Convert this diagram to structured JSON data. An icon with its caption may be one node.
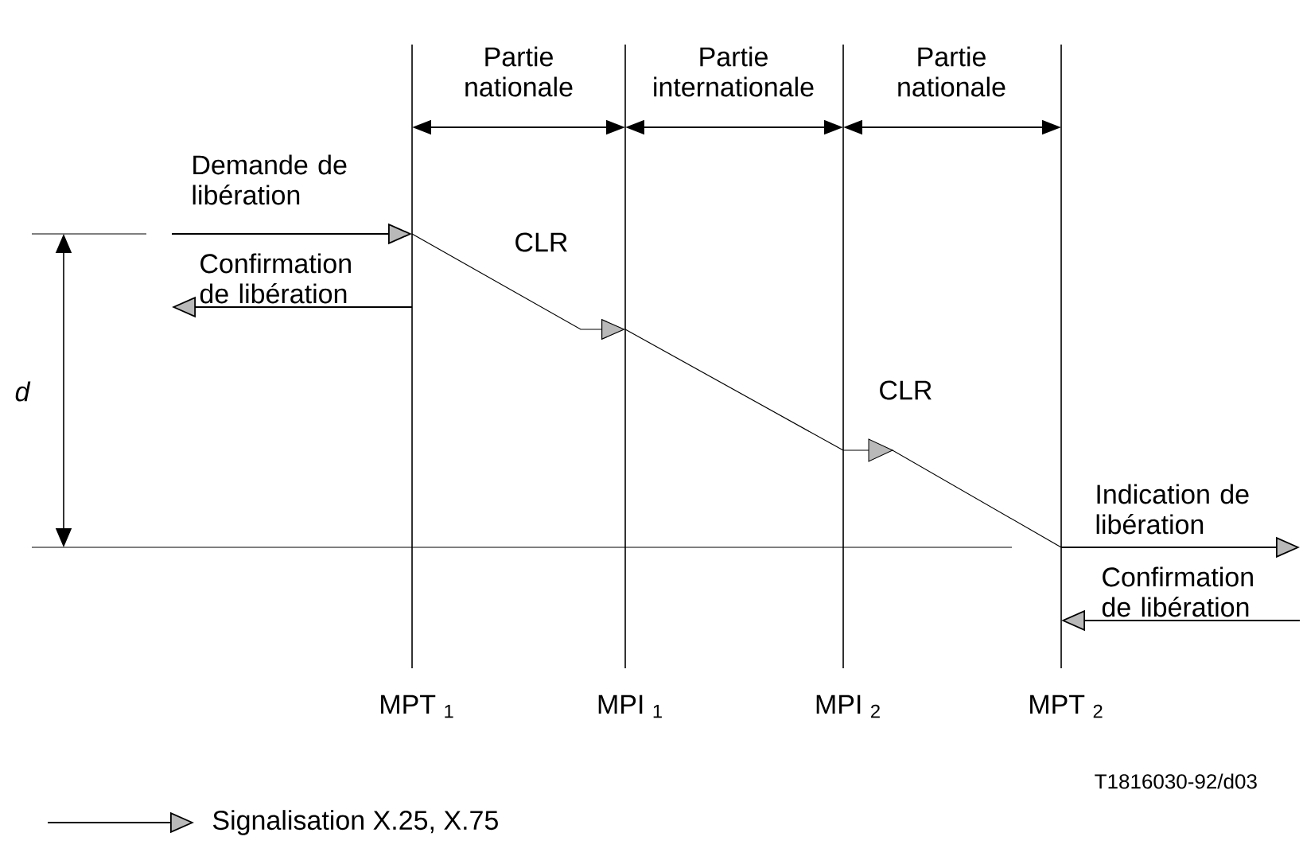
{
  "diagram": {
    "nodes": [
      {
        "text": [
          "MPT $_{1}$"
        ]
      },
      {
        "text": [
          "MPI $_{1}$"
        ]
      },
      {
        "text": [
          "MPI $_{2}$"
        ]
      },
      {
        "text": [
          "MPT $_{2}$"
        ]
      }
    ],
    "edges": [
      {
        "from": null,
        "to": 0,
        "arrow": "to",
        "label": "Demande de libération"
      },
      {
        "from": 0,
        "to": null,
        "arrow": "to",
        "label": "Confirmation de libération"
      },
      {
        "from": 0,
        "to": 1,
        "arrow": "to",
        "label": "CLR"
      },
      {
        "from": 1,
        "to": 2,
        "arrow": "none"
      },
      {
        "from": 2,
        "to": 3,
        "arrow": "to",
        "label": "CLR"
      },
      {
        "from": 3,
        "to": null,
        "arrow": "to",
        "label": "Indication de libération"
      },
      {
        "from": null,
        "to": 3,
        "arrow": "to",
        "label": "Confirmation de libération"
      },
      {
        "from": 0,
        "to": 1,
        "arrow": "both",
        "label": "Partie nationale"
      },
      {
        "from": 1,
        "to": 2,
        "arrow": "both",
        "label": "Partie internationale"
      },
      {
        "from": 2,
        "to": 3,
        "arrow": "both",
        "label": "Partie nationale"
      }
    ],
    "labels": [
      "d",
      "T1816030-92/d03"
    ],
    "legend": [
      {
        "text": "Signalisation X.25, X.75"
      }
    ]
  }
}
